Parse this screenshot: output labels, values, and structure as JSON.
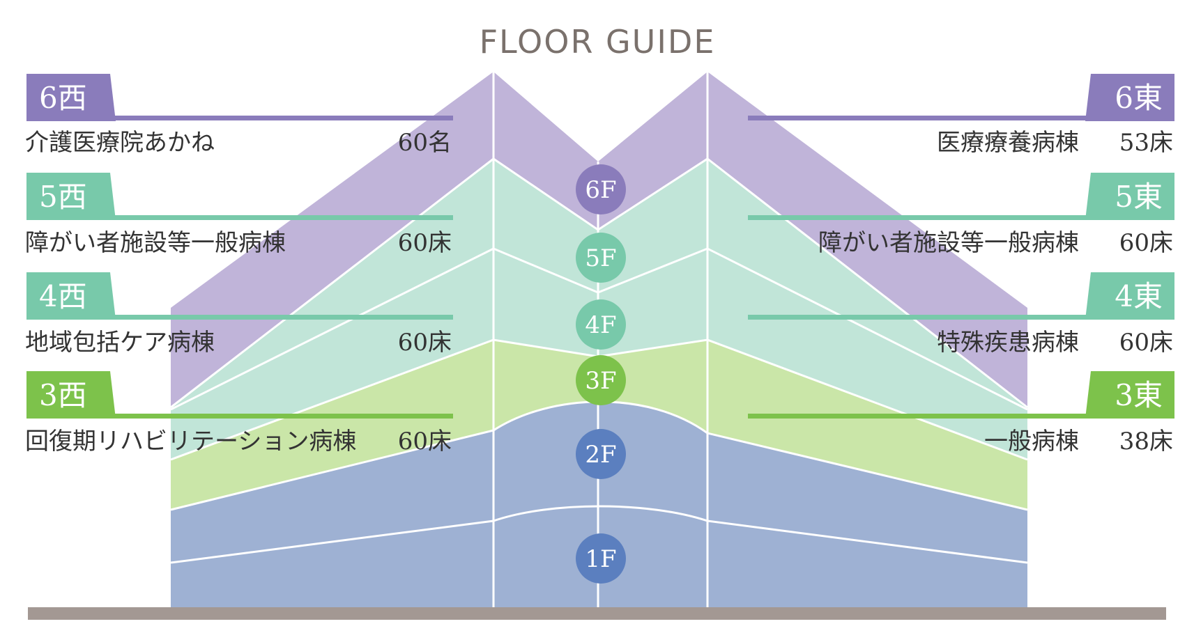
{
  "title": "FLOOR GUIDE",
  "colors": {
    "f6": "#c0b4d9",
    "f5": "#c1e5d8",
    "f4": "#c1e5d8",
    "f3": "#cae6a8",
    "f2": "#9eb1d3",
    "f1": "#9eb1d3",
    "badge6": "#8a7cbb",
    "badge5": "#78c9aa",
    "badge4": "#78c9aa",
    "badge3": "#7dc24b",
    "badge2": "#5b7fbf",
    "badge1": "#5b7fbf",
    "ground": "#a39893"
  },
  "floors": [
    {
      "label": "6F"
    },
    {
      "label": "5F"
    },
    {
      "label": "4F"
    },
    {
      "label": "3F"
    },
    {
      "label": "2F"
    },
    {
      "label": "1F"
    }
  ],
  "west": [
    {
      "tab": "6西",
      "name": "介護医療院あかね",
      "count": "60名",
      "color": "#8a7cbb"
    },
    {
      "tab": "5西",
      "name": "障がい者施設等一般病棟",
      "count": "60床",
      "color": "#78c9aa"
    },
    {
      "tab": "4西",
      "name": "地域包括ケア病棟",
      "count": "60床",
      "color": "#78c9aa"
    },
    {
      "tab": "3西",
      "name": "回復期リハビリテーション病棟",
      "count": "60床",
      "color": "#7dc24b"
    }
  ],
  "east": [
    {
      "tab": "6東",
      "name": "医療療養病棟",
      "count": "53床",
      "color": "#8a7cbb"
    },
    {
      "tab": "5東",
      "name": "障がい者施設等一般病棟",
      "count": "60床",
      "color": "#78c9aa"
    },
    {
      "tab": "4東",
      "name": "特殊疾患病棟",
      "count": "60床",
      "color": "#78c9aa"
    },
    {
      "tab": "3東",
      "name": "一般病棟",
      "count": "38床",
      "color": "#7dc24b"
    }
  ]
}
